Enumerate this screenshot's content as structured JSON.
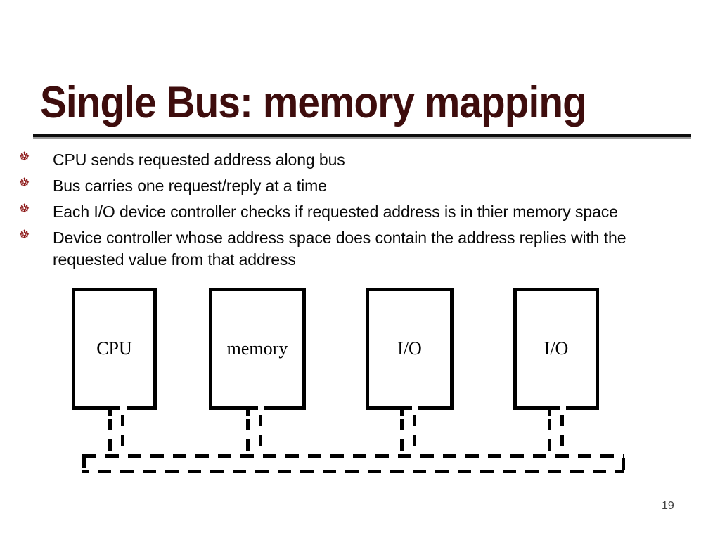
{
  "slide": {
    "title": "Single Bus: memory mapping",
    "page_number": "19"
  },
  "bullets": {
    "glyph": "☸",
    "items": [
      {
        "lines": [
          "CPU sends requested address along bus"
        ]
      },
      {
        "lines": [
          "Bus carries one request/reply at a time"
        ]
      },
      {
        "lines": [
          "Each I/O device controller checks if requested address is in thier memory space"
        ]
      },
      {
        "lines": [
          "Device controller whose address space does contain the address replies with the",
          "requested value from that address"
        ]
      }
    ]
  },
  "diagram": {
    "boxes": [
      {
        "label": "CPU"
      },
      {
        "label": "memory"
      },
      {
        "label": "I/O"
      },
      {
        "label": "I/O"
      }
    ]
  },
  "colors": {
    "title_text": "#3E0D0D",
    "bullet_icon": "#8B1414",
    "body_text": "#0A0A0A",
    "diagram_lines": "#000000"
  }
}
